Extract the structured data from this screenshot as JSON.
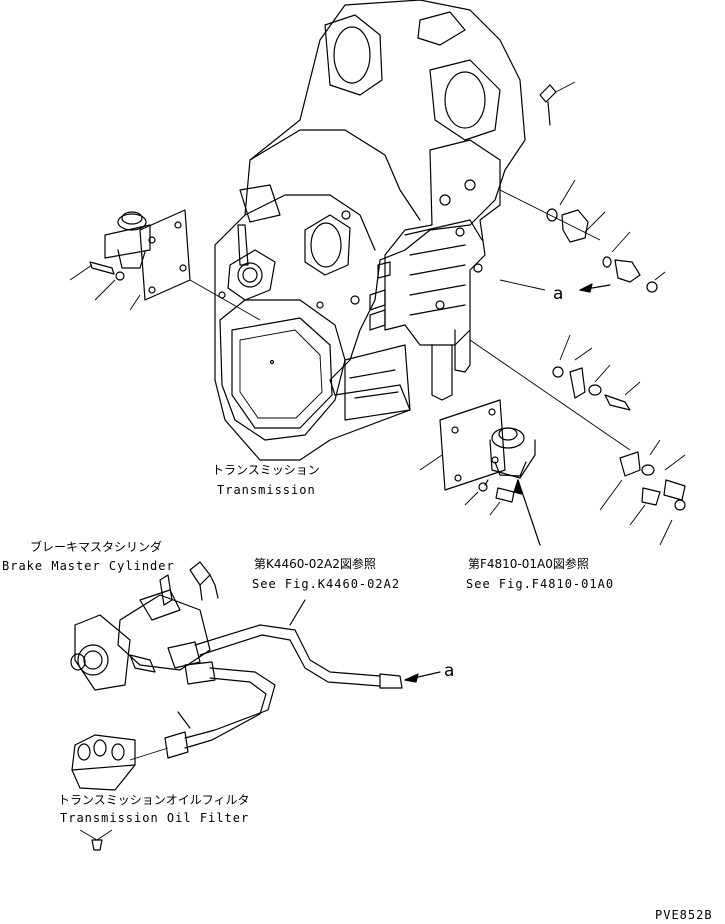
{
  "labels": {
    "transmission_jp": "トランスミッション",
    "transmission_en": "Transmission",
    "brake_jp": "ブレーキマスタシリンダ",
    "brake_en": "Brake Master Cylinder",
    "ref1_jp": "第K4460-02A2図参照",
    "ref1_en": "See Fig.K4460-02A2",
    "ref2_jp": "第F4810-01A0図参照",
    "ref2_en": "See Fig.F4810-01A0",
    "filter_jp": "トランスミッションオイルフィルタ",
    "filter_en": "Transmission Oil Filter",
    "marker_a_top": "a",
    "marker_a_bottom": "a",
    "drawing_code": "PVE852B"
  }
}
